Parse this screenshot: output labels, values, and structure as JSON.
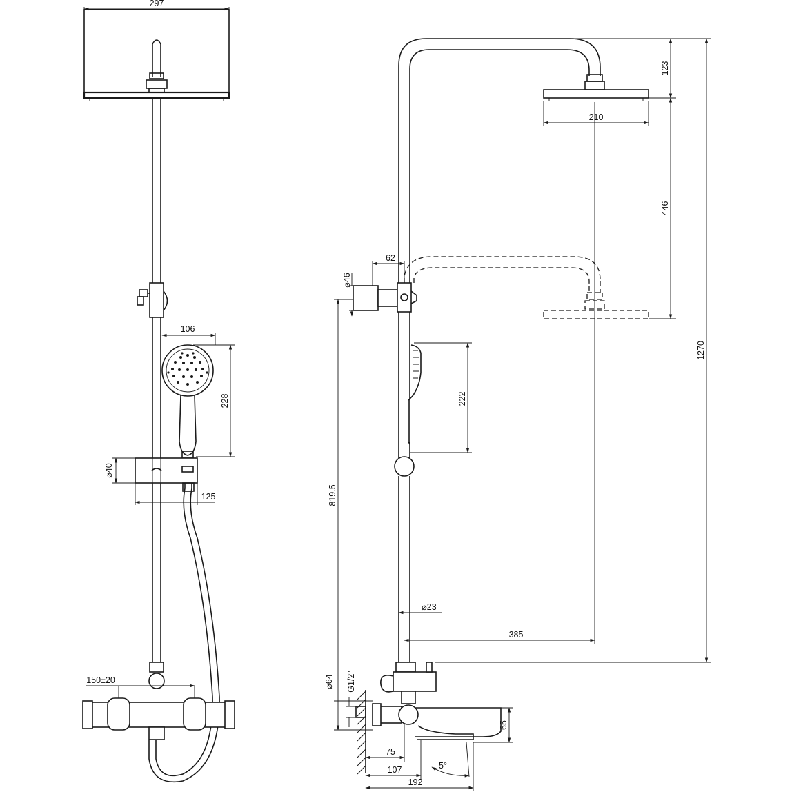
{
  "dimensions": {
    "front_head_width": "297",
    "front_handshower_width": "106",
    "front_handshower_height": "228",
    "front_holder_diameter": "⌀40",
    "front_holder_offset": "125",
    "front_inlet_spacing": "150±20",
    "side_head_drop": "123",
    "side_head_width": "210",
    "side_head_adjust": "446",
    "side_total_height": "1270",
    "side_bracket_offset": "62",
    "side_bracket_diameter": "⌀46",
    "side_mixer_to_bracket": "819.5",
    "side_handshower_height": "222",
    "side_pipe_diameter": "⌀23",
    "side_arm_reach": "385",
    "side_flange_diameter": "⌀64",
    "side_thread": "G1/2\"",
    "side_spout_height": "65",
    "side_wall_offset": "75",
    "side_mixer_depth": "107",
    "side_spout_reach": "192",
    "side_spout_angle": "5°"
  }
}
